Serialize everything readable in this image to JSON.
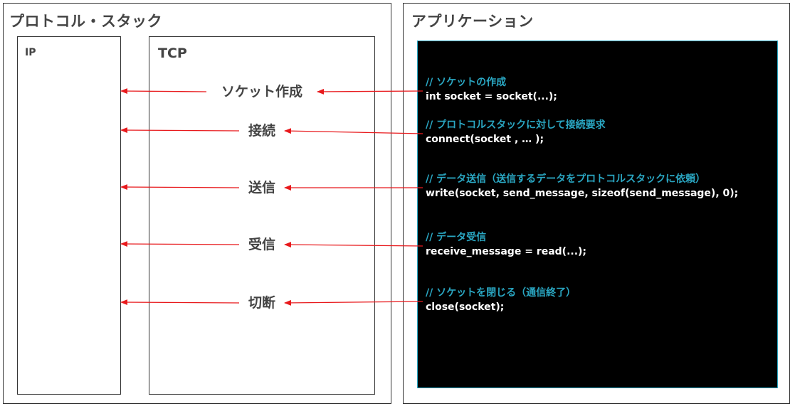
{
  "stack": {
    "title": "プロトコル・スタック",
    "ip_label": "IP",
    "tcp_label": "TCP"
  },
  "app": {
    "title": "アプリケーション"
  },
  "operations": [
    {
      "label": "ソケット作成",
      "comment": "// ソケットの作成",
      "code": "int socket = socket(...);"
    },
    {
      "label": "接続",
      "comment": "// プロトコルスタックに対して接続要求",
      "code": "connect(socket , … );"
    },
    {
      "label": "送信",
      "comment": "// データ送信（送信するデータをプロトコルスタックに依頼）",
      "code": "write(socket, send_message, sizeof(send_message), 0);"
    },
    {
      "label": "受信",
      "comment": "// データ受信",
      "code": "receive_message = read(...);"
    },
    {
      "label": "切断",
      "comment": " // ソケットを閉じる（通信終了）",
      "code": "close(socket);"
    }
  ],
  "colors": {
    "arrow": "#e8191c",
    "comment": "#2aa7c3",
    "code": "#ffffff",
    "code_background": "#000000"
  }
}
